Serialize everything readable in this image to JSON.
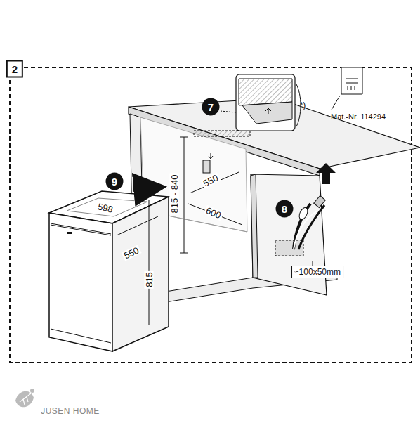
{
  "diagram": {
    "labels": [
      "2",
      "7",
      "*)",
      "Mat.-Nr. 114294",
      "815 - 840",
      "550",
      "600",
      "9",
      "598",
      "550",
      "815",
      "8",
      "≈100x50mm",
      "JUSEN HOME"
    ]
  }
}
